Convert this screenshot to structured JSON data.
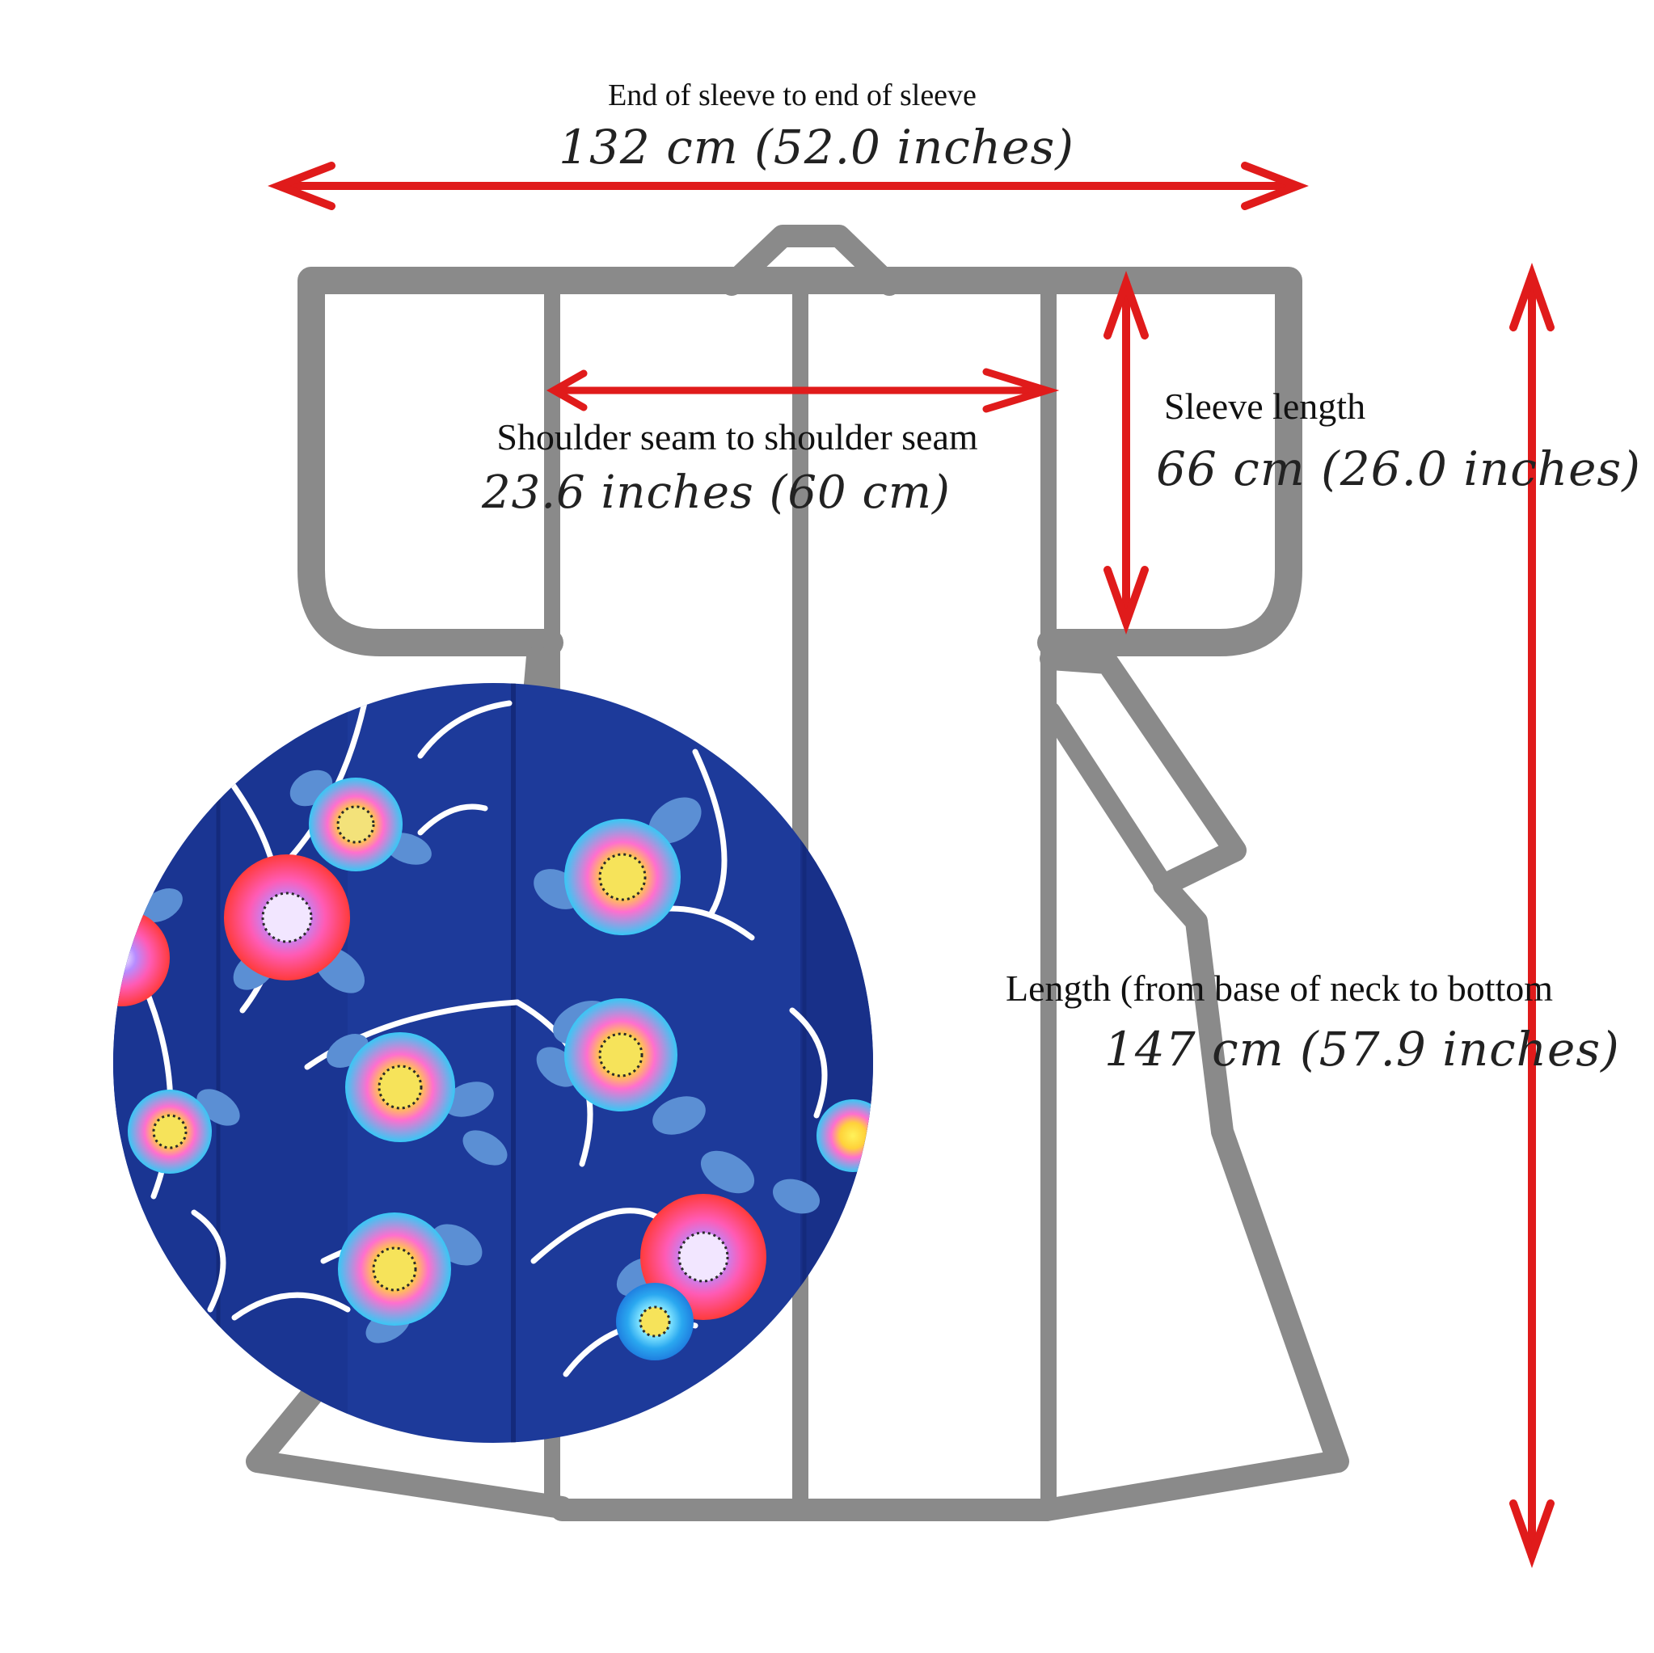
{
  "colors": {
    "outline": "#8a8a8a",
    "arrow": "#e01b1b",
    "fabric": "#1d3a9a",
    "fabric_dark": "#142a7c",
    "leaf": "#5b8fd4",
    "stripe": "#ffffff",
    "background": "#ffffff"
  },
  "measurements": {
    "sleeve_to_sleeve": {
      "title": "End of sleeve to end of sleeve",
      "value": "132 cm (52.0 inches)"
    },
    "shoulder_to_shoulder": {
      "title": "Shoulder seam to shoulder seam",
      "value": "23.6 inches (60 cm)"
    },
    "sleeve_length": {
      "title": "Sleeve length",
      "value": "66 cm (26.0 inches)"
    },
    "length": {
      "title": "Length (from base of neck to bottom",
      "value": "147 cm (57.9 inches)"
    }
  },
  "swatch": {
    "icon": "fabric-swatch-sunflower-pattern"
  }
}
